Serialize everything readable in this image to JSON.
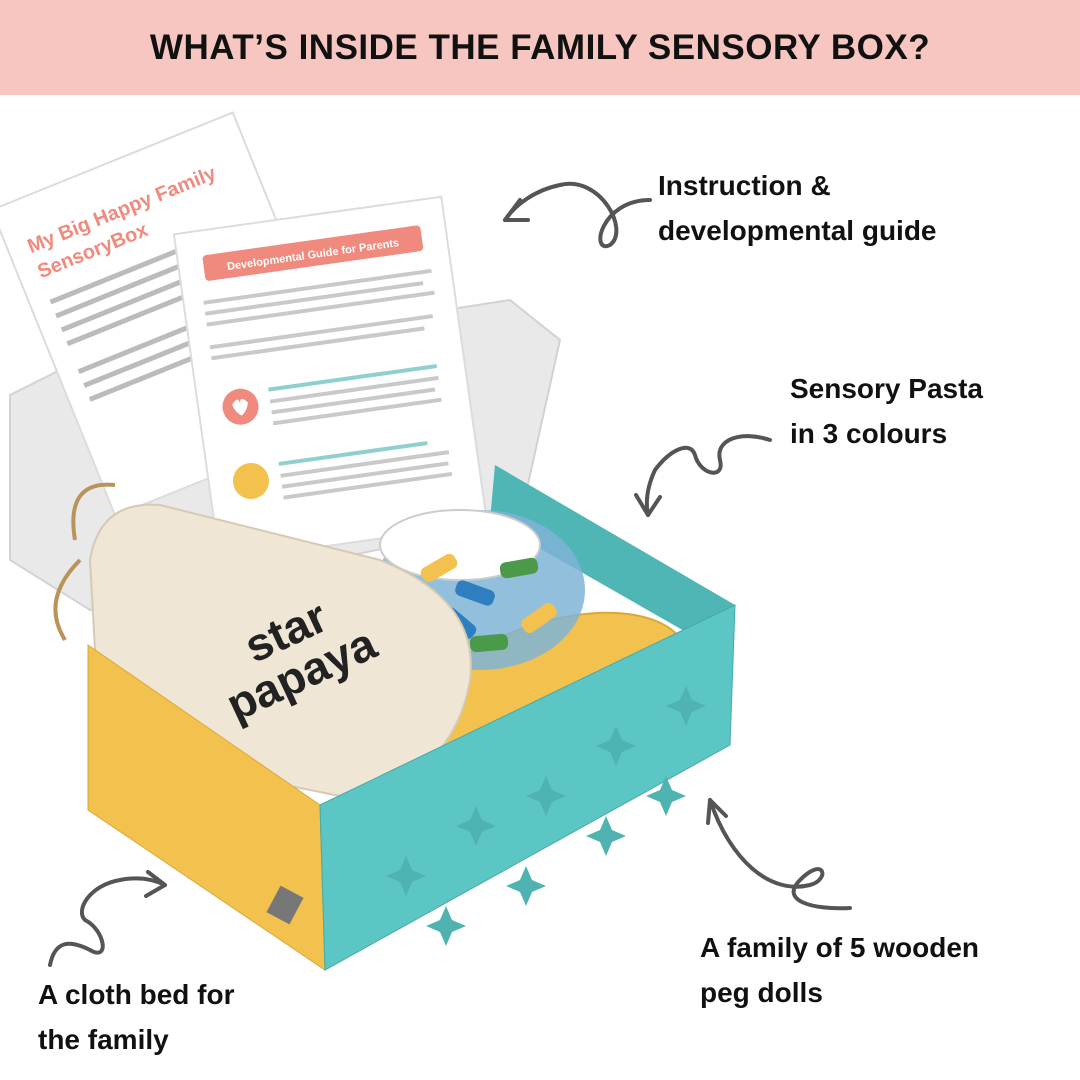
{
  "banner": {
    "title": "WHAT’S INSIDE THE FAMILY SENSORY BOX?"
  },
  "labels": {
    "guide": {
      "line1": "Instruction &",
      "line2": "developmental guide"
    },
    "pasta": {
      "line1": "Sensory Pasta",
      "line2": "in 3 colours"
    },
    "dolls": {
      "line1": "A family of 5 wooden",
      "line2": "peg dolls"
    },
    "bed": {
      "line1": "A cloth bed for",
      "line2": "the family"
    }
  },
  "documents": {
    "back_title1": "My Big Happy Family",
    "back_title2": "SensoryBox",
    "front_title": "Developmental Guide for Parents"
  },
  "bag": {
    "brand_line1": "star",
    "brand_line2": "papaya"
  },
  "colors": {
    "banner": "#f7c6c0",
    "box_teal": "#5cc6c4",
    "box_yellow": "#f2c14e",
    "doc_accent": "#f08a7e",
    "bag": "#efe6d6"
  }
}
